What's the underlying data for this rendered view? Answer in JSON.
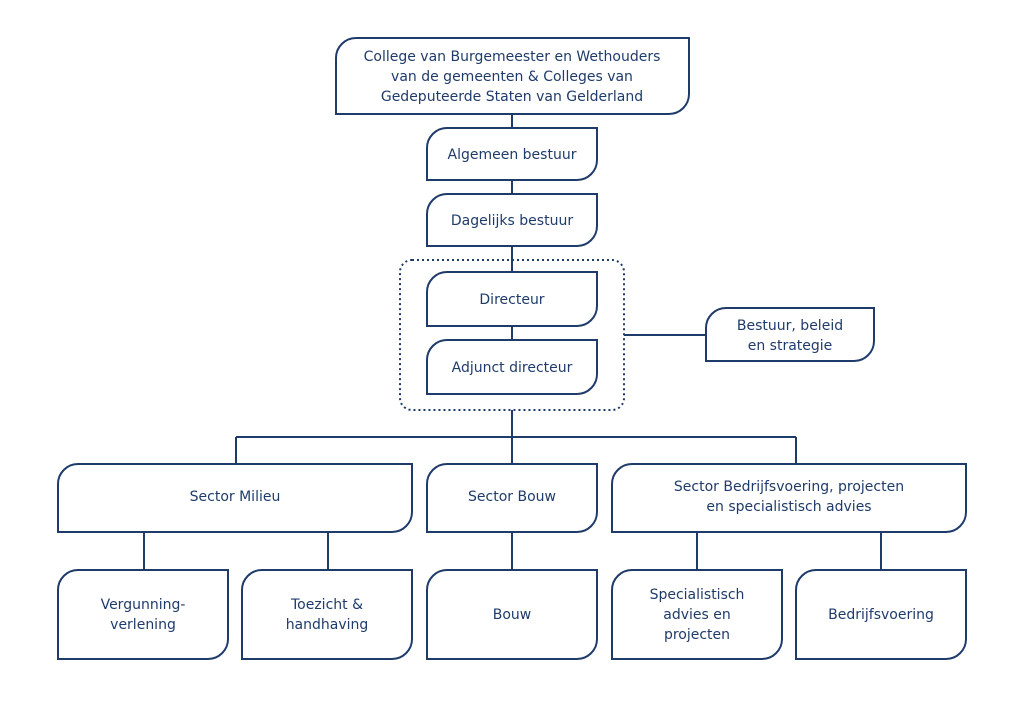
{
  "nodes": {
    "college": [
      "College van Burgemeester en Wethouders",
      "van de gemeenten & Colleges van",
      "Gedeputeerde Staten van Gelderland"
    ],
    "algemeen_bestuur": [
      "Algemeen bestuur"
    ],
    "dagelijks_bestuur": [
      "Dagelijks bestuur"
    ],
    "directeur": [
      "Directeur"
    ],
    "adjunct_directeur": [
      "Adjunct directeur"
    ],
    "bestuur_beleid": [
      "Bestuur, beleid",
      "en strategie"
    ],
    "sector_milieu": [
      "Sector Milieu"
    ],
    "sector_bouw": [
      "Sector Bouw"
    ],
    "sector_bedrijfsvoering": [
      "Sector Bedrijfsvoering, projecten",
      "en specialistisch advies"
    ],
    "vergunningverlening": [
      "Vergunning-",
      "verlening"
    ],
    "toezicht_handhaving": [
      "Toezicht &",
      "handhaving"
    ],
    "bouw": [
      "Bouw"
    ],
    "specialistisch_advies": [
      "Specialistisch",
      "advies en",
      "projecten"
    ],
    "bedrijfsvoering": [
      "Bedrijfsvoering"
    ]
  },
  "colors": {
    "line": "#1f3b6a",
    "text": "#1f3b6a",
    "fill": "#ffffff"
  }
}
